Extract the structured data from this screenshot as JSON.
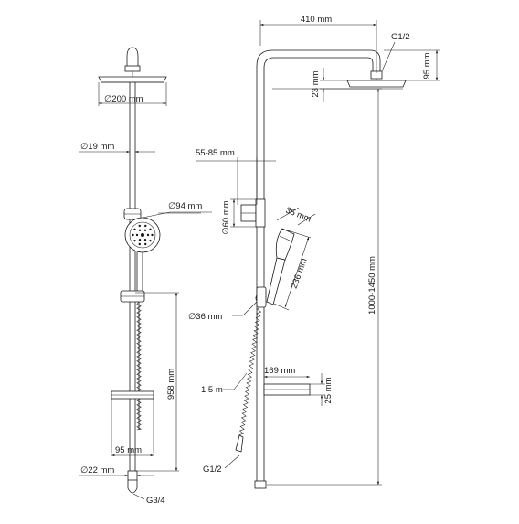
{
  "colors": {
    "line": "#1a1a1a",
    "background": "#ffffff"
  },
  "dimensions": {
    "arm_length": "410 mm",
    "arm_thread": "G1/2",
    "head_drop": "95 mm",
    "head_thickness": "23 mm",
    "head_diameter": "200 mm",
    "rail_diameter": "19 mm",
    "bracket_offset": "55-85 mm",
    "bracket_diameter": "60 mm",
    "hand_width": "35 mm",
    "hand_diameter": "94 mm",
    "hand_length": "236 mm",
    "holder_diameter": "36 mm",
    "total_height": "1000-1450 mm",
    "rail_height": "958 mm",
    "hose_length": "1,5 m",
    "shelf_length": "169 mm",
    "shelf_height": "25 mm",
    "shelf_depth": "95 mm",
    "base_diameter": "22 mm",
    "hose_thread": "G1/2",
    "inlet_thread": "G3/4"
  },
  "symbols": {
    "diameter": "∅"
  }
}
